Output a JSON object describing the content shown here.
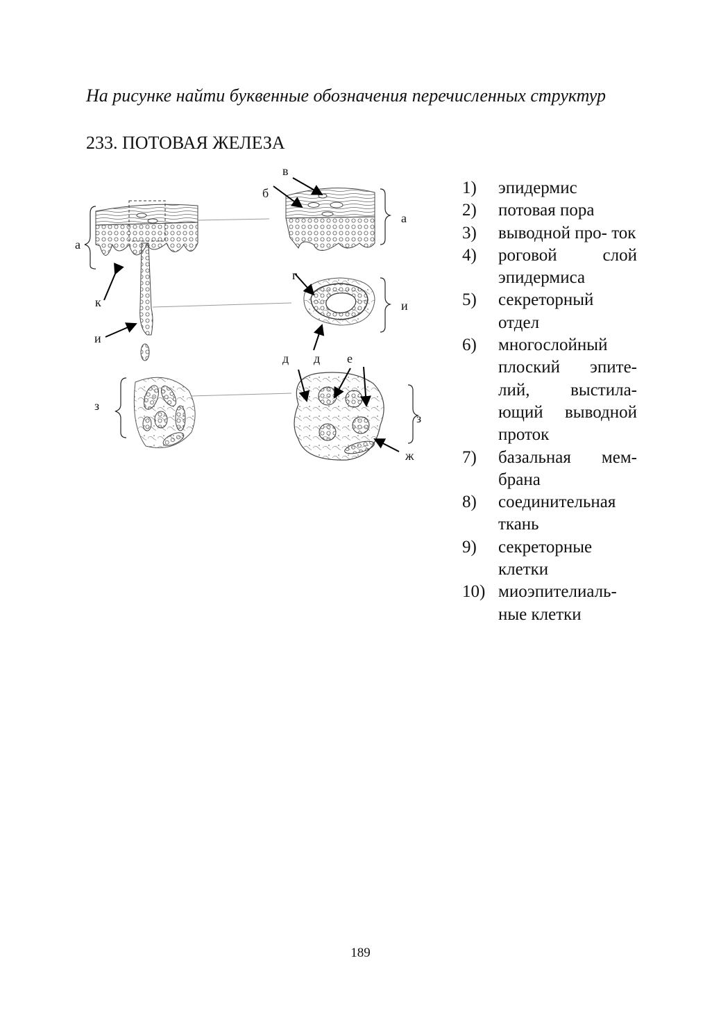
{
  "instruction": "На рисунке найти буквенные обозначения перечисленных структур",
  "heading": "233. ПОТОВАЯ ЖЕЛЕЗА",
  "figure_labels": {
    "a_left": "а",
    "k": "к",
    "i_left": "и",
    "z_left": "з",
    "v": "в",
    "b": "б",
    "a_right": "а",
    "g": "г",
    "i_right": "и",
    "d1": "д",
    "d2": "д",
    "e": "е",
    "z_right": "з",
    "zh": "ж"
  },
  "answers": [
    {
      "num": "1)",
      "text": "эпидермис"
    },
    {
      "num": "2)",
      "text": "потовая пора"
    },
    {
      "num": "3)",
      "text": "выводной про- ток"
    },
    {
      "num": "4)",
      "text": "роговой слой эпидермиса"
    },
    {
      "num": "5)",
      "text": "секреторный отдел"
    },
    {
      "num": "6)",
      "text": "многослойный плоский эпите- лий, выстила- ющий выводной проток"
    },
    {
      "num": "7)",
      "text": "базальная мем- брана"
    },
    {
      "num": "8)",
      "text": "соединительная ткань"
    },
    {
      "num": "9)",
      "text": "секреторные клетки"
    },
    {
      "num": "10)",
      "text": "миоэпителиаль- ные клетки"
    }
  ],
  "page_number": "189"
}
